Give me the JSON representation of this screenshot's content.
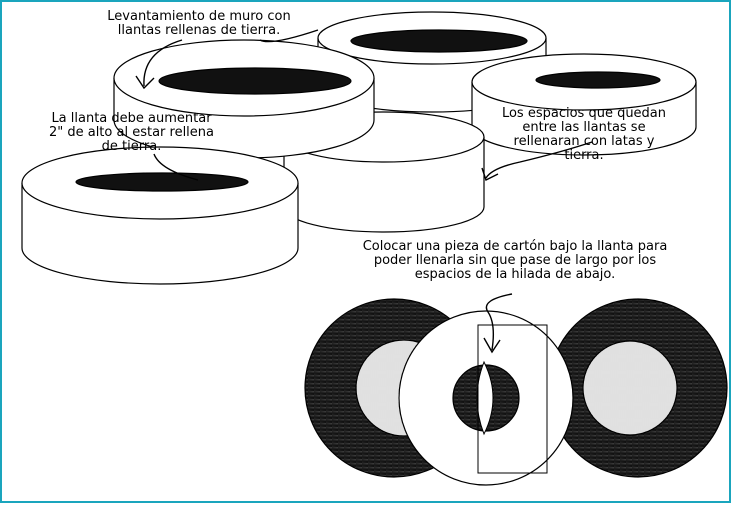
{
  "labels": {
    "wall_title": "Levantamiento de muro con\nllantas rellenas de tierra.",
    "height_note": "La llanta debe aumentar\n2\" de alto al estar rellena\nde tierra.",
    "gaps_note": "Los espacios que quedan\nentre las llantas se\nrellenaran con latas y\ntierra.",
    "cardboard_note": "Colocar una pieza de cartón bajo la llanta para\npoder llenarla sin que pase de largo por los\nespacios de la hilada de abajo."
  },
  "colors": {
    "frame": "#1aa5bd",
    "fill_dark": "#111111",
    "paper": "#ffffff",
    "weave": "#9a9a9a"
  },
  "icons": [
    "arrow-icon"
  ]
}
